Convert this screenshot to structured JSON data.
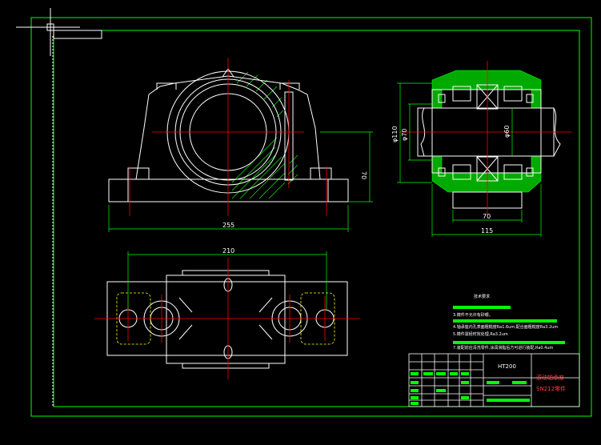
{
  "colors": {
    "background": "#000000",
    "frame": "#00ff00",
    "outline": "#ffffff",
    "center_line": "#ff0000",
    "hatch": "#00ff00",
    "dimension": "#00ff00",
    "hidden_line": "#ffff00"
  },
  "dimensions": {
    "front_width": "255",
    "front_height": "70",
    "top_width": "210",
    "side_outer_dia": "φ110",
    "side_inner_dia": "φ70",
    "side_shaft_dia": "φ60",
    "side_base_width": "70",
    "side_total_width": "115"
  },
  "technical_requirements": {
    "heading": "技术要求",
    "items": [
      "",
      "3.铸件不允许有砂眼。",
      "",
      "4.轴承座内孔表面粗糙度Ra1.6um,配合面粗糙度Ra3.2um",
      "5.铸件需经时效处理,Ra3.2um",
      "",
      "7.装配前应清洗零件,涂润滑脂后方可进行装配,Ra0.4um"
    ]
  },
  "title_block": {
    "material": "HT200",
    "part_name": "滚动轴承座",
    "part_number": "SN212零件"
  }
}
